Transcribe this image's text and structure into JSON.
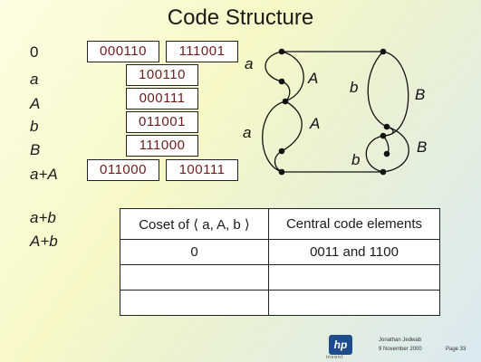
{
  "title": "Code Structure",
  "rows": [
    {
      "label": "0",
      "italic": false,
      "codes": [
        "000110",
        "111001"
      ]
    },
    {
      "label": "a",
      "italic": true,
      "codes": [
        "100110"
      ]
    },
    {
      "label": "A",
      "italic": true,
      "codes": [
        "000111"
      ]
    },
    {
      "label": "b",
      "italic": true,
      "codes": [
        "011001"
      ]
    },
    {
      "label": "B",
      "italic": true,
      "codes": [
        "111000"
      ]
    },
    {
      "label": "a+A",
      "italic": true,
      "codes": [
        "011000",
        "100111"
      ]
    }
  ],
  "extra_labels": [
    "a+b",
    "A+b"
  ],
  "graph_labels": {
    "a_top": "a",
    "A_top": "A",
    "a_bot": "a",
    "A_bot": "A",
    "b_top": "b",
    "B_top": "B",
    "b_bot": "b",
    "B_bot": "B"
  },
  "table": {
    "header_col1": "Coset of ⟨ a, A, b ⟩",
    "header_col2": "Central code elements",
    "rows": [
      [
        "0",
        "0011 and 1100"
      ],
      [
        "",
        ""
      ],
      [
        "",
        ""
      ]
    ]
  },
  "footer": {
    "logo_text": "hp",
    "logo_sub": "invent",
    "author": "Jonathan Jedwab",
    "date": "9 November 2000",
    "page": "Page 33"
  },
  "colors": {
    "code_red": "#6b1e1e",
    "logo_blue": "#1f4c8f"
  }
}
